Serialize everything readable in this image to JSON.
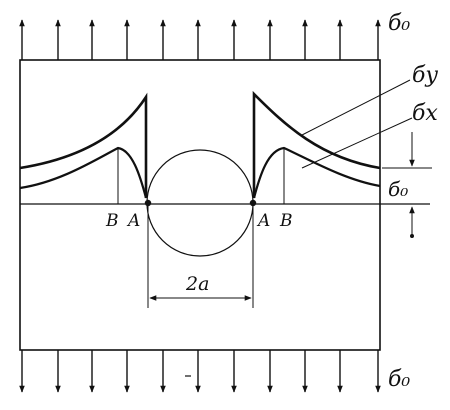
{
  "labels": {
    "sigma_0_top": "б₀",
    "sigma_y": "бy",
    "sigma_x": "бx",
    "sigma_0_right": "б₀",
    "sigma_0_bottom": "б₀",
    "point_b_left": "B",
    "point_a_left": "A",
    "point_a_right": "A",
    "point_b_right": "B",
    "hole_width": "2a"
  },
  "colors": {
    "ink": "#111111",
    "paper": "#ffffff"
  }
}
